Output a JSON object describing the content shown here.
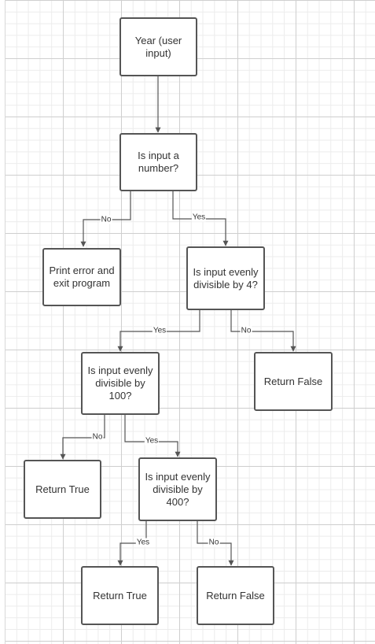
{
  "diagram": {
    "nodes": {
      "start": "Year (user input)",
      "is_number": "Is input a number?",
      "print_error": "Print error and exit program",
      "div4": "Is input evenly divisible by 4?",
      "div100": "Is input evenly divisible by 100?",
      "return_false_1": "Return False",
      "return_true_1": "Return True",
      "div400": "Is input evenly divisible by 400?",
      "return_true_2": "Return True",
      "return_false_2": "Return False"
    },
    "edges": [
      {
        "from": "start",
        "to": "is_number",
        "label": ""
      },
      {
        "from": "is_number",
        "to": "print_error",
        "label": "No"
      },
      {
        "from": "is_number",
        "to": "div4",
        "label": "Yes"
      },
      {
        "from": "div4",
        "to": "div100",
        "label": "Yes"
      },
      {
        "from": "div4",
        "to": "return_false_1",
        "label": "No"
      },
      {
        "from": "div100",
        "to": "return_true_1",
        "label": "No"
      },
      {
        "from": "div100",
        "to": "div400",
        "label": "Yes"
      },
      {
        "from": "div400",
        "to": "return_true_2",
        "label": "Yes"
      },
      {
        "from": "div400",
        "to": "return_false_2",
        "label": "No"
      }
    ]
  },
  "colors": {
    "line": "#555555",
    "text": "#333333",
    "grid_major": "#cfcfcf",
    "grid_minor": "#ececec"
  }
}
